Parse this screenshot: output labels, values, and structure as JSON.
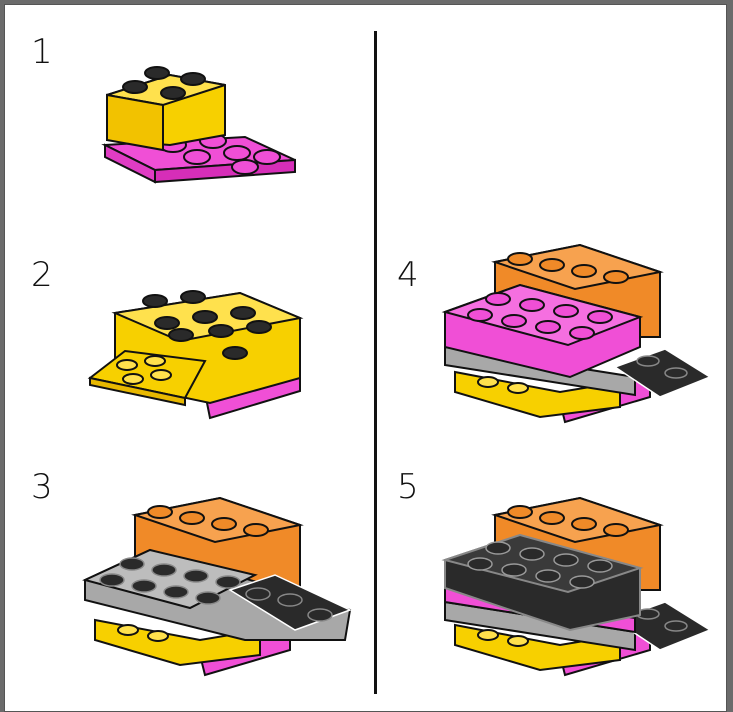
{
  "steps": [
    {
      "number": "1"
    },
    {
      "number": "2"
    },
    {
      "number": "3"
    },
    {
      "number": "4"
    },
    {
      "number": "5"
    }
  ],
  "colors": {
    "yellow": "#f7d000",
    "magenta": "#f04fd6",
    "orange": "#f08a28",
    "black": "#2a2a2a",
    "gray": "#a8a8a8"
  }
}
